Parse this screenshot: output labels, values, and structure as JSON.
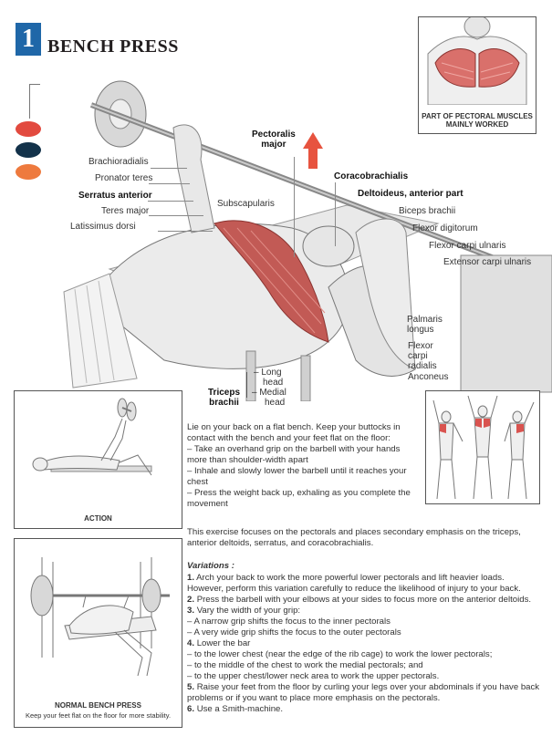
{
  "header": {
    "number": "1",
    "title": "BENCH PRESS"
  },
  "inset_chest": {
    "caption_line1": "PART OF PECTORAL MUSCLES",
    "caption_line2": "MAINLY WORKED"
  },
  "color_key": [
    "#e24a3f",
    "#13324a",
    "#ee7a3e"
  ],
  "labels": {
    "brachioradialis": "Brachioradialis",
    "pronator_teres": "Pronator teres",
    "serratus_anterior": "Serratus anterior",
    "teres_major": "Teres major",
    "latissimus_dorsi": "Latissimus dorsi",
    "subscapularis": "Subscapularis",
    "pectoralis_major_1": "Pectoralis",
    "pectoralis_major_2": "major",
    "coracobrachialis": "Coracobrachialis",
    "deltoideus": "Deltoideus, anterior part",
    "biceps_brachii": "Biceps brachii",
    "flexor_digitorum": "Flexor digitorum",
    "flexor_carpi_ulnaris": "Flexor carpi ulnaris",
    "extensor_carpi_ulnaris": "Extensor carpi ulnaris",
    "palmaris_1": "Palmaris",
    "palmaris_2": "longus",
    "flexor_carpi_radialis_1": "Flexor",
    "flexor_carpi_radialis_2": "carpi",
    "flexor_carpi_radialis_3": "radialis",
    "anconeus": "Anconeus",
    "long_head_1": "– Long",
    "long_head_2": "head",
    "medial_head_1": "– Medial",
    "medial_head_2": "head",
    "triceps_1": "Triceps",
    "triceps_2": "brachii"
  },
  "action_caption": "ACTION",
  "instructions": [
    "Lie on your back on a flat bench. Keep your buttocks in contact with the bench and your feet flat on the floor:",
    "– Take an overhand grip on the barbell with your hands more than shoulder-width apart",
    "– Inhale and slowly lower the barbell until it reaches your chest",
    "– Press the weight back up, exhaling as you complete the movement"
  ],
  "focus": "This exercise focuses on the pectorals and places secondary emphasis on the triceps, anterior deltoids, serratus, and coracobrachialis.",
  "variations_title": "Variations :",
  "variations": [
    {
      "n": "1.",
      "t": "Arch your back to work the more powerful lower pectorals and lift heavier loads. However, perform this variation carefully to reduce the likelihood of injury to your back."
    },
    {
      "n": "2.",
      "t": "Press the barbell with your elbows at your sides to focus more on the anterior deltoids."
    },
    {
      "n": "3.",
      "t": "Vary the width of your grip:"
    },
    {
      "n": "",
      "t": "– A narrow grip shifts the focus to the inner pectorals"
    },
    {
      "n": "",
      "t": "– A very wide grip shifts the focus to the outer pectorals"
    },
    {
      "n": "4.",
      "t": "Lower the bar"
    },
    {
      "n": "",
      "t": "– to the lower chest (near the edge of the rib cage) to work the lower pectorals;"
    },
    {
      "n": "",
      "t": "– to the middle of the chest to work the medial pectorals; and"
    },
    {
      "n": "",
      "t": "– to the upper chest/lower neck area to work the upper pectorals."
    },
    {
      "n": "5.",
      "t": "Raise your feet from the floor by curling your legs over your abdominals if you have back problems or if you want to place more emphasis on the pectorals."
    },
    {
      "n": "6.",
      "t": "Use a Smith-machine."
    }
  ],
  "normal_caption": {
    "title": "NORMAL BENCH PRESS",
    "sub": "Keep your feet flat on the floor for more stability."
  }
}
